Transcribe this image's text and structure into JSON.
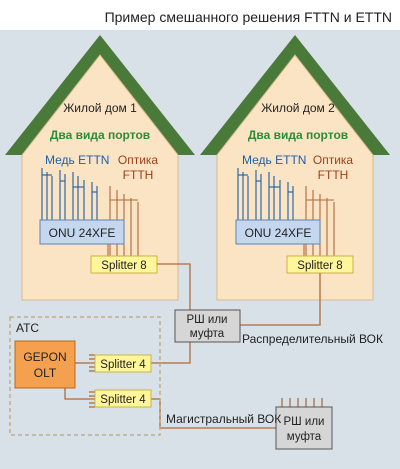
{
  "title": "Пример смешанного решения FTTN и ETTN",
  "colors": {
    "background": "#d9e1e8",
    "roof": "#4a7a3a",
    "house_wall": "#fbe4c4",
    "copper_label": "#1b5fa8",
    "fiber_label": "#9c3f1a",
    "ports_label": "#2e8b3a",
    "fiber_line": "#b06a3a",
    "splitter_fill": "#fff59a",
    "onu_fill": "#c5d7ee",
    "olt_fill": "#f4a04e",
    "box_fill": "#d6d6d6",
    "ats_border": "#bda77a"
  },
  "houses": [
    {
      "name": "Жилой дом 1",
      "ports_label": "Два вида портов",
      "copper_label": "Медь ETTN",
      "fiber_label_line1": "Оптика",
      "fiber_label_line2": "FTTH",
      "onu_label": "ONU 24XFE",
      "splitter_label": "Splitter 8"
    },
    {
      "name": "Жилой дом 2",
      "ports_label": "Два вида портов",
      "copper_label": "Медь ETTN",
      "fiber_label_line1": "Оптика",
      "fiber_label_line2": "FTTH",
      "onu_label": "ONU 24XFE",
      "splitter_label": "Splitter 8"
    }
  ],
  "ats": {
    "label": "АТС",
    "olt_line1": "GEPON",
    "olt_line2": "OLT",
    "splitter_a": "Splitter 4",
    "splitter_b": "Splitter 4"
  },
  "distribution_box": {
    "line1": "РШ или",
    "line2": "муфта",
    "cable_label": "Распределительный ВОК"
  },
  "trunk_box": {
    "line1": "РШ или",
    "line2": "муфта",
    "cable_label": "Магистральный ВОК"
  }
}
